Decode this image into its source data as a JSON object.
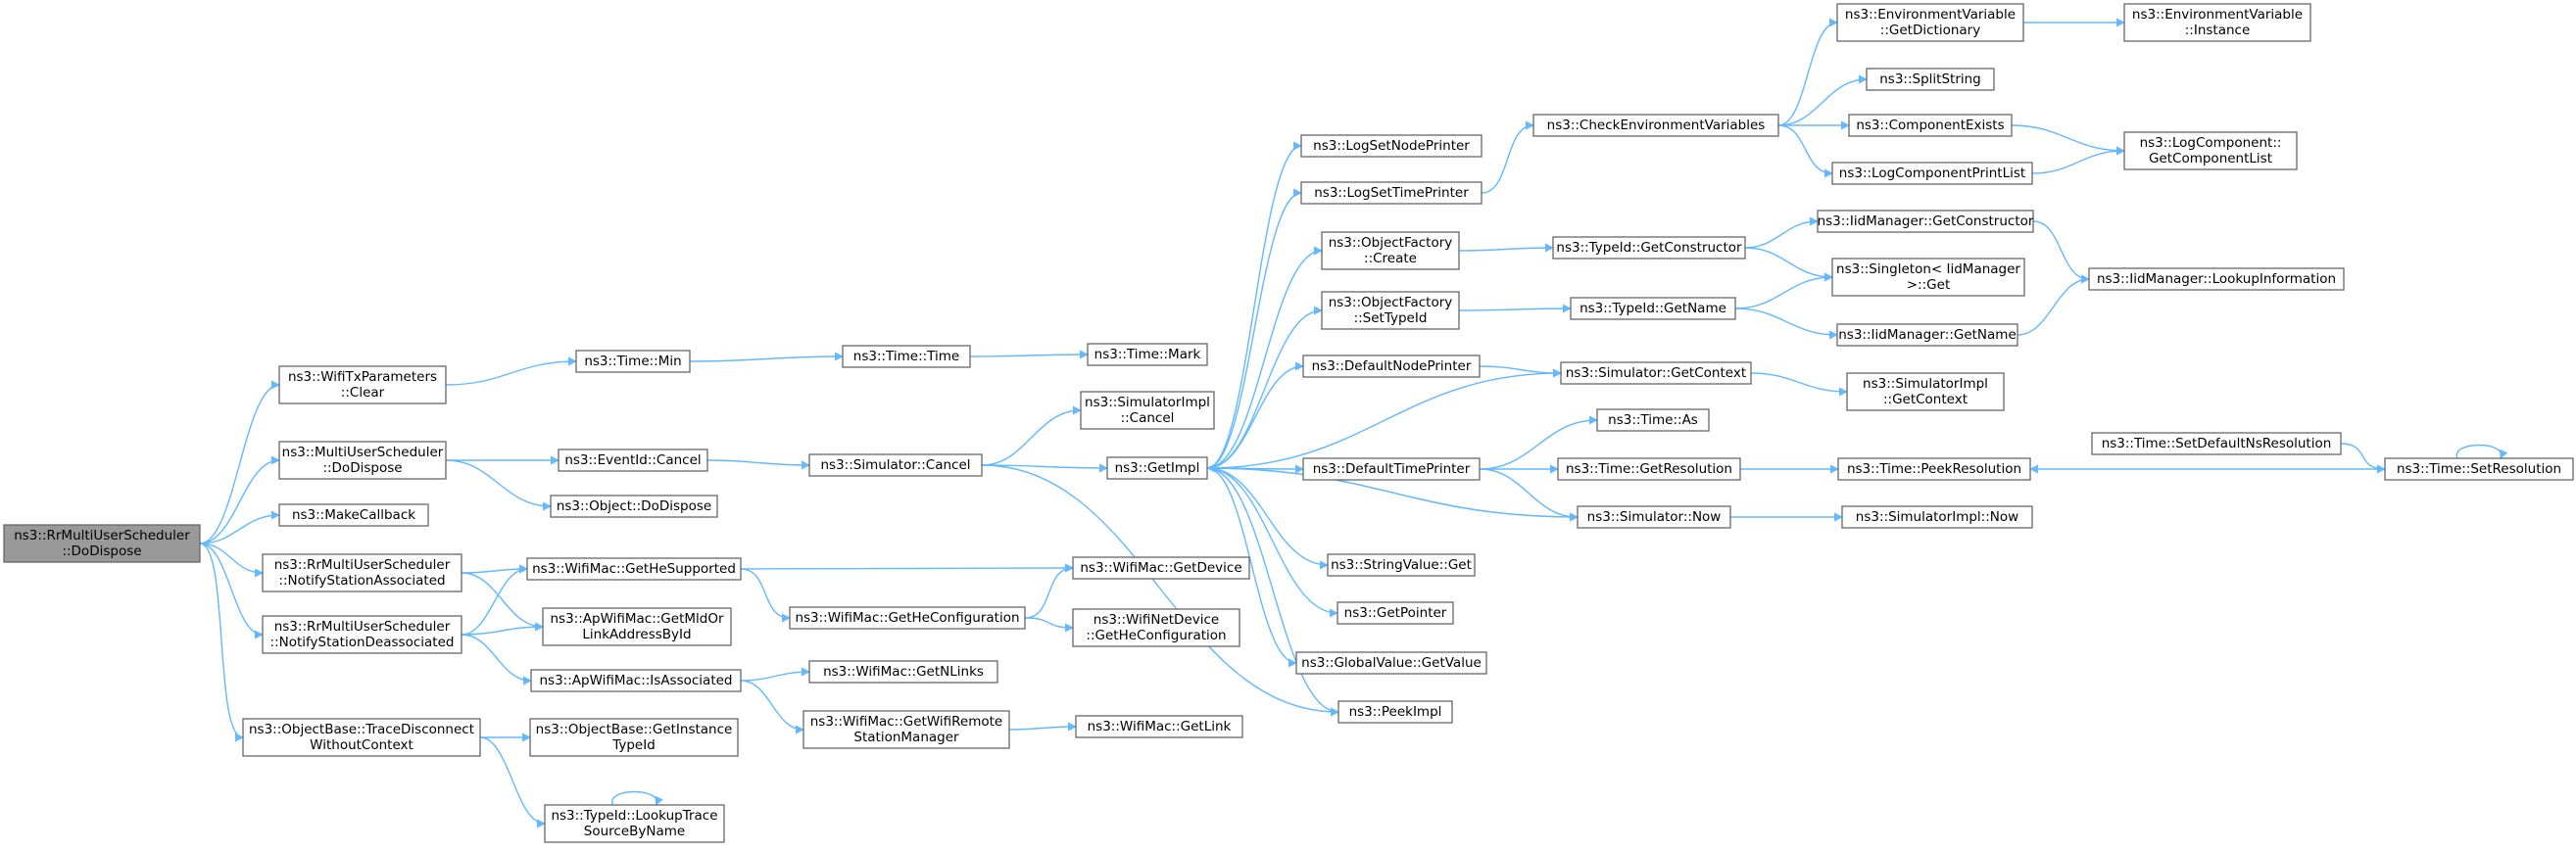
{
  "graph": {
    "nodes": [
      {
        "id": "root",
        "lines": [
          "ns3::RrMultiUserScheduler",
          "::DoDispose"
        ],
        "root": true
      },
      {
        "id": "wifiTxClear",
        "lines": [
          "ns3::WifiTxParameters",
          "::Clear"
        ]
      },
      {
        "id": "muDoDispose",
        "lines": [
          "ns3::MultiUserScheduler",
          "::DoDispose"
        ]
      },
      {
        "id": "makeCallback",
        "lines": [
          "ns3::MakeCallback"
        ]
      },
      {
        "id": "notifyAssoc",
        "lines": [
          "ns3::RrMultiUserScheduler",
          "::NotifyStationAssociated"
        ]
      },
      {
        "id": "notifyDeassoc",
        "lines": [
          "ns3::RrMultiUserScheduler",
          "::NotifyStationDeassociated"
        ]
      },
      {
        "id": "traceDisconnect",
        "lines": [
          "ns3::ObjectBase::TraceDisconnect",
          "WithoutContext"
        ]
      },
      {
        "id": "timeMin",
        "lines": [
          "ns3::Time::Min"
        ]
      },
      {
        "id": "eventCancel",
        "lines": [
          "ns3::EventId::Cancel"
        ]
      },
      {
        "id": "objDoDispose",
        "lines": [
          "ns3::Object::DoDispose"
        ]
      },
      {
        "id": "getHeSupported",
        "lines": [
          "ns3::WifiMac::GetHeSupported"
        ]
      },
      {
        "id": "getMldOrLink",
        "lines": [
          "ns3::ApWifiMac::GetMldOr",
          "LinkAddressById"
        ]
      },
      {
        "id": "isAssociated",
        "lines": [
          "ns3::ApWifiMac::IsAssociated"
        ]
      },
      {
        "id": "getInstanceTypeId",
        "lines": [
          "ns3::ObjectBase::GetInstance",
          "TypeId"
        ]
      },
      {
        "id": "lookupTraceSource",
        "lines": [
          "ns3::TypeId::LookupTrace",
          "SourceByName"
        ]
      },
      {
        "id": "timeTime",
        "lines": [
          "ns3::Time::Time"
        ]
      },
      {
        "id": "simCancel",
        "lines": [
          "ns3::Simulator::Cancel"
        ]
      },
      {
        "id": "getHeConfig",
        "lines": [
          "ns3::WifiMac::GetHeConfiguration"
        ]
      },
      {
        "id": "getNLinks",
        "lines": [
          "ns3::WifiMac::GetNLinks"
        ]
      },
      {
        "id": "getWifiRemote",
        "lines": [
          "ns3::WifiMac::GetWifiRemote",
          "StationManager"
        ]
      },
      {
        "id": "timeMark",
        "lines": [
          "ns3::Time::Mark"
        ]
      },
      {
        "id": "simImplCancel",
        "lines": [
          "ns3::SimulatorImpl",
          "::Cancel"
        ]
      },
      {
        "id": "getImpl",
        "lines": [
          "ns3::GetImpl"
        ]
      },
      {
        "id": "getDevice",
        "lines": [
          "ns3::WifiMac::GetDevice"
        ]
      },
      {
        "id": "netDevHeConfig",
        "lines": [
          "ns3::WifiNetDevice",
          "::GetHeConfiguration"
        ]
      },
      {
        "id": "getLink",
        "lines": [
          "ns3::WifiMac::GetLink"
        ]
      },
      {
        "id": "logSetNodePrinter",
        "lines": [
          "ns3::LogSetNodePrinter"
        ]
      },
      {
        "id": "logSetTimePrinter",
        "lines": [
          "ns3::LogSetTimePrinter"
        ]
      },
      {
        "id": "objFactoryCreate",
        "lines": [
          "ns3::ObjectFactory",
          "::Create"
        ]
      },
      {
        "id": "objFactorySetTypeId",
        "lines": [
          "ns3::ObjectFactory",
          "::SetTypeId"
        ]
      },
      {
        "id": "defaultNodePrinter",
        "lines": [
          "ns3::DefaultNodePrinter"
        ]
      },
      {
        "id": "defaultTimePrinter",
        "lines": [
          "ns3::DefaultTimePrinter"
        ]
      },
      {
        "id": "stringValueGet",
        "lines": [
          "ns3::StringValue::Get"
        ]
      },
      {
        "id": "getPointer",
        "lines": [
          "ns3::GetPointer"
        ]
      },
      {
        "id": "globalValueGet",
        "lines": [
          "ns3::GlobalValue::GetValue"
        ]
      },
      {
        "id": "peekImpl",
        "lines": [
          "ns3::PeekImpl"
        ]
      },
      {
        "id": "checkEnvVars",
        "lines": [
          "ns3::CheckEnvironmentVariables"
        ]
      },
      {
        "id": "typeIdGetConstructor",
        "lines": [
          "ns3::TypeId::GetConstructor"
        ]
      },
      {
        "id": "typeIdGetName",
        "lines": [
          "ns3::TypeId::GetName"
        ]
      },
      {
        "id": "simGetContext",
        "lines": [
          "ns3::Simulator::GetContext"
        ]
      },
      {
        "id": "timeAs",
        "lines": [
          "ns3::Time::As"
        ]
      },
      {
        "id": "timeGetResolution",
        "lines": [
          "ns3::Time::GetResolution"
        ]
      },
      {
        "id": "simNow",
        "lines": [
          "ns3::Simulator::Now"
        ]
      },
      {
        "id": "envGetDictionary",
        "lines": [
          "ns3::EnvironmentVariable",
          "::GetDictionary"
        ]
      },
      {
        "id": "splitString",
        "lines": [
          "ns3::SplitString"
        ]
      },
      {
        "id": "componentExists",
        "lines": [
          "ns3::ComponentExists"
        ]
      },
      {
        "id": "logComponentPrintList",
        "lines": [
          "ns3::LogComponentPrintList"
        ]
      },
      {
        "id": "iidGetConstructor",
        "lines": [
          "ns3::IidManager::GetConstructor"
        ]
      },
      {
        "id": "singletonGet",
        "lines": [
          "ns3::Singleton< IidManager",
          " >::Get"
        ]
      },
      {
        "id": "iidGetName",
        "lines": [
          "ns3::IidManager::GetName"
        ]
      },
      {
        "id": "simImplGetContext",
        "lines": [
          "ns3::SimulatorImpl",
          "::GetContext"
        ]
      },
      {
        "id": "timePeekResolution",
        "lines": [
          "ns3::Time::PeekResolution"
        ]
      },
      {
        "id": "simImplNow",
        "lines": [
          "ns3::SimulatorImpl::Now"
        ]
      },
      {
        "id": "envInstance",
        "lines": [
          "ns3::EnvironmentVariable",
          "::Instance"
        ]
      },
      {
        "id": "logGetComponentList",
        "lines": [
          "ns3::LogComponent::",
          "GetComponentList"
        ]
      },
      {
        "id": "iidLookupInfo",
        "lines": [
          "ns3::IidManager::LookupInformation"
        ]
      },
      {
        "id": "timeSetDefaultNsRes",
        "lines": [
          "ns3::Time::SetDefaultNsResolution"
        ]
      },
      {
        "id": "timeSetResolution",
        "lines": [
          "ns3::Time::SetResolution"
        ]
      }
    ],
    "edges": [
      [
        "root",
        "wifiTxClear"
      ],
      [
        "root",
        "muDoDispose"
      ],
      [
        "root",
        "makeCallback"
      ],
      [
        "root",
        "notifyAssoc"
      ],
      [
        "root",
        "notifyDeassoc"
      ],
      [
        "root",
        "traceDisconnect"
      ],
      [
        "wifiTxClear",
        "timeMin"
      ],
      [
        "timeMin",
        "timeTime"
      ],
      [
        "timeTime",
        "timeMark"
      ],
      [
        "muDoDispose",
        "eventCancel"
      ],
      [
        "muDoDispose",
        "objDoDispose"
      ],
      [
        "eventCancel",
        "simCancel"
      ],
      [
        "simCancel",
        "simImplCancel"
      ],
      [
        "simCancel",
        "getImpl"
      ],
      [
        "simCancel",
        "peekImpl"
      ],
      [
        "notifyAssoc",
        "getHeSupported"
      ],
      [
        "notifyAssoc",
        "getMldOrLink"
      ],
      [
        "notifyDeassoc",
        "getHeSupported"
      ],
      [
        "notifyDeassoc",
        "getMldOrLink"
      ],
      [
        "notifyDeassoc",
        "isAssociated"
      ],
      [
        "getHeSupported",
        "getDevice"
      ],
      [
        "getHeSupported",
        "getHeConfig"
      ],
      [
        "getHeConfig",
        "getDevice"
      ],
      [
        "getHeConfig",
        "netDevHeConfig"
      ],
      [
        "isAssociated",
        "getNLinks"
      ],
      [
        "isAssociated",
        "getWifiRemote"
      ],
      [
        "getWifiRemote",
        "getLink"
      ],
      [
        "traceDisconnect",
        "getInstanceTypeId"
      ],
      [
        "traceDisconnect",
        "lookupTraceSource"
      ],
      [
        "lookupTraceSource",
        "lookupTraceSource"
      ],
      [
        "getImpl",
        "logSetNodePrinter"
      ],
      [
        "getImpl",
        "logSetTimePrinter"
      ],
      [
        "getImpl",
        "objFactoryCreate"
      ],
      [
        "getImpl",
        "objFactorySetTypeId"
      ],
      [
        "getImpl",
        "defaultNodePrinter"
      ],
      [
        "getImpl",
        "simGetContext"
      ],
      [
        "getImpl",
        "defaultTimePrinter"
      ],
      [
        "getImpl",
        "simNow"
      ],
      [
        "getImpl",
        "stringValueGet"
      ],
      [
        "getImpl",
        "getPointer"
      ],
      [
        "getImpl",
        "globalValueGet"
      ],
      [
        "getImpl",
        "peekImpl"
      ],
      [
        "logSetTimePrinter",
        "checkEnvVars"
      ],
      [
        "checkEnvVars",
        "envGetDictionary"
      ],
      [
        "checkEnvVars",
        "splitString"
      ],
      [
        "checkEnvVars",
        "componentExists"
      ],
      [
        "checkEnvVars",
        "logComponentPrintList"
      ],
      [
        "envGetDictionary",
        "envInstance"
      ],
      [
        "componentExists",
        "logGetComponentList"
      ],
      [
        "logComponentPrintList",
        "logGetComponentList"
      ],
      [
        "objFactoryCreate",
        "typeIdGetConstructor"
      ],
      [
        "typeIdGetConstructor",
        "iidGetConstructor"
      ],
      [
        "typeIdGetConstructor",
        "singletonGet"
      ],
      [
        "iidGetConstructor",
        "iidLookupInfo"
      ],
      [
        "objFactorySetTypeId",
        "typeIdGetName"
      ],
      [
        "typeIdGetName",
        "singletonGet"
      ],
      [
        "typeIdGetName",
        "iidGetName"
      ],
      [
        "iidGetName",
        "iidLookupInfo"
      ],
      [
        "defaultNodePrinter",
        "simGetContext"
      ],
      [
        "simGetContext",
        "simImplGetContext"
      ],
      [
        "defaultTimePrinter",
        "timeAs"
      ],
      [
        "defaultTimePrinter",
        "timeGetResolution"
      ],
      [
        "defaultTimePrinter",
        "simNow"
      ],
      [
        "simNow",
        "getImpl"
      ],
      [
        "simNow",
        "simImplNow"
      ],
      [
        "timeGetResolution",
        "timePeekResolution"
      ],
      [
        "timeSetResolution",
        "timePeekResolution"
      ],
      [
        "timeSetDefaultNsRes",
        "timeSetResolution"
      ],
      [
        "timeSetResolution",
        "timeSetResolution"
      ]
    ]
  }
}
